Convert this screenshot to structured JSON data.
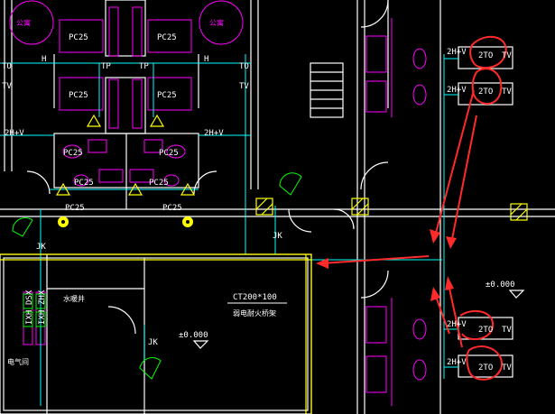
{
  "labels": {
    "pc25": "PC25",
    "h": "H",
    "tp": "TP",
    "to": "TO",
    "tv": "TV",
    "two_h_v": "2H+V",
    "two_to": "2TO",
    "jk": "JK",
    "gongyu": "公寓",
    "cable_tray_code": "CT200*100",
    "cable_tray_name": "弱电耐火桥架",
    "level_plus": "±0.000",
    "water_well": "水暖井",
    "electric_room": "电气间",
    "panel_1": "DSX",
    "panel_2": "ZHX",
    "panel_3": "IXH",
    "panel_4": "IXH"
  },
  "colors": {
    "background": "#000000",
    "wall": "#ffffff",
    "furniture": "#ff00ff",
    "cable": "#00ffff",
    "tray": "#ffff00",
    "annotation": "#ff2a2a",
    "equipment": "#00ff00",
    "hatch": "#ffff00"
  }
}
